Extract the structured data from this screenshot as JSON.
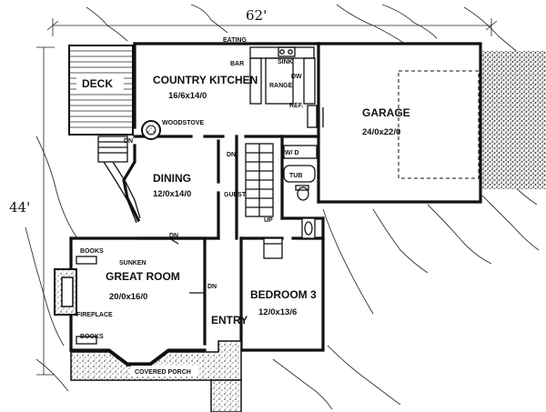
{
  "plan": {
    "dimensions": {
      "width": "62'",
      "depth": "44'"
    },
    "rooms": {
      "deck": "DECK",
      "kitchen": {
        "name": "COUNTRY KITCHEN",
        "size": "16/6x14/0"
      },
      "eating_bar": [
        "EATING",
        "BAR"
      ],
      "sink": "SINK",
      "dw": "DW",
      "range": "RANGE",
      "ref": "REF.",
      "woodstove": "WOODSTOVE",
      "dining": {
        "name": "DINING",
        "size": "12/0x14/0"
      },
      "garage": {
        "name": "GARAGE",
        "size": "24/0x22/0"
      },
      "washer_dryer": "W/ D",
      "tub": "TUB",
      "guest": "GUEST",
      "up": "UP",
      "dn_labels": [
        "DN",
        "DN",
        "DN",
        "DN"
      ],
      "great_room": {
        "prefix": "SUNKEN",
        "name": "GREAT ROOM",
        "size": "20/0x16/0"
      },
      "books": [
        "BOOKS",
        "BOOKS"
      ],
      "fireplace": "FIREPLACE",
      "entry": "ENTRY",
      "bedroom": {
        "name": "BEDROOM 3",
        "size": "12/0x13/6"
      },
      "porch": "COVERED PORCH"
    }
  }
}
